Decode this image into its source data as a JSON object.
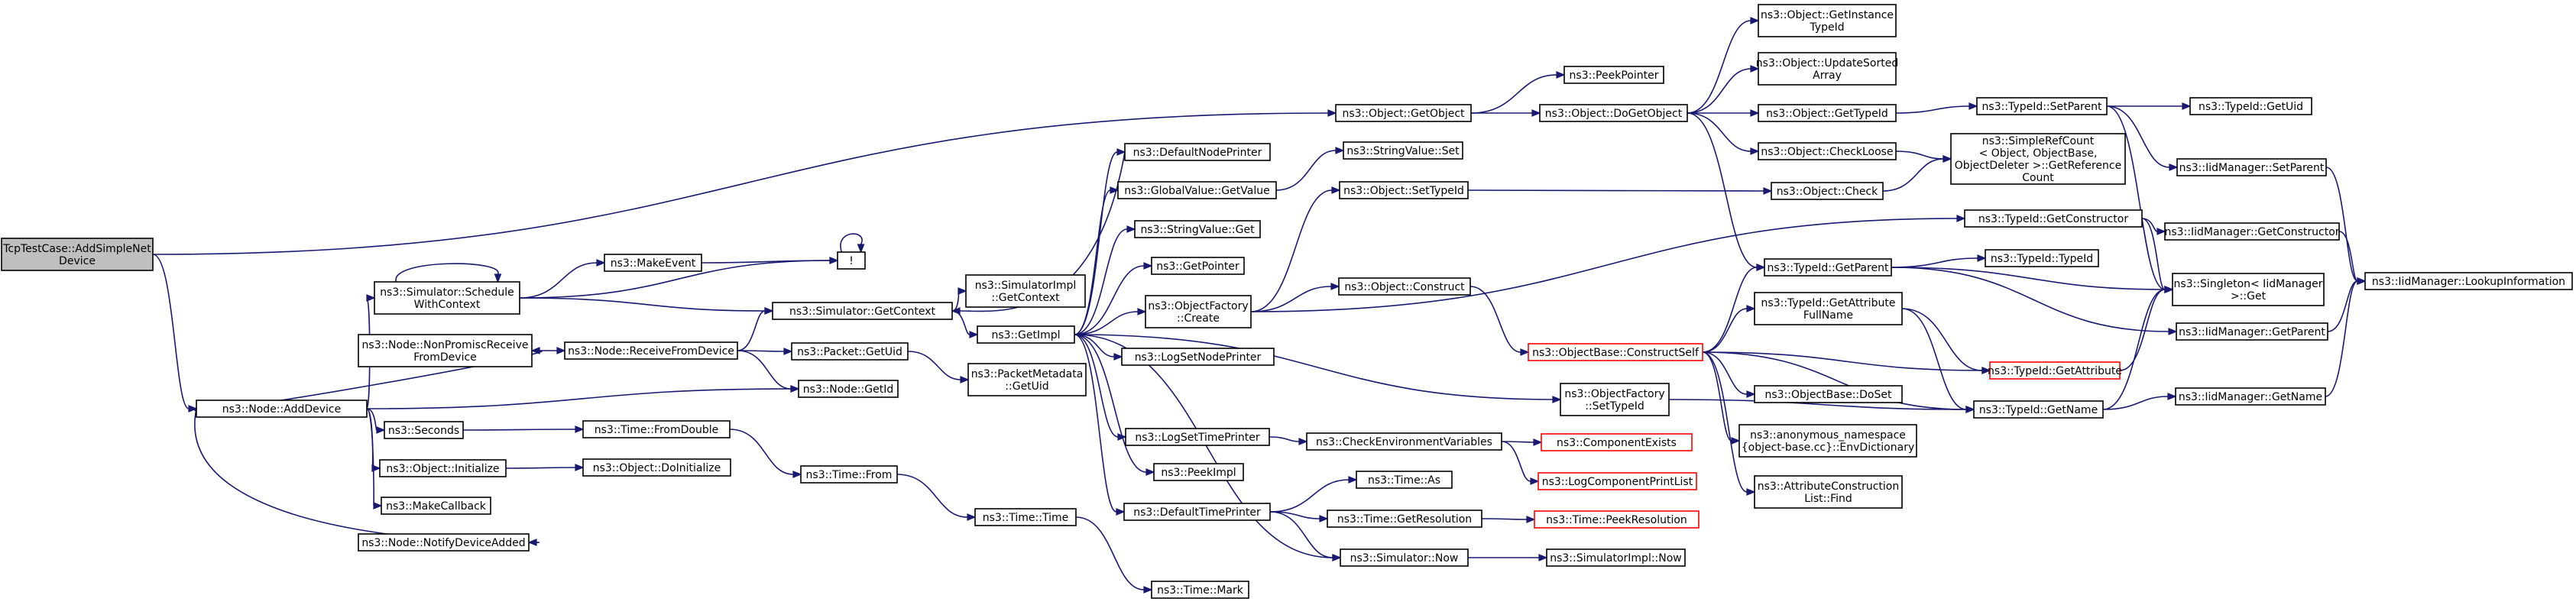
{
  "colors": {
    "edge": "#191970",
    "node_border": "#000000",
    "root_fill": "#bfbfbf",
    "red_border": "#ff0000"
  },
  "nodes": [
    {
      "id": "root",
      "lines": [
        "TcpTestCase::AddSimpleNet",
        "Device"
      ],
      "root": true
    },
    {
      "id": "addDevice",
      "lines": [
        "ns3::Node::AddDevice"
      ]
    },
    {
      "id": "schedule",
      "lines": [
        "ns3::Simulator::Schedule",
        "WithContext"
      ]
    },
    {
      "id": "nonPromisc",
      "lines": [
        "ns3::Node::NonPromiscReceive",
        "FromDevice"
      ]
    },
    {
      "id": "seconds",
      "lines": [
        "ns3::Seconds"
      ]
    },
    {
      "id": "initialize",
      "lines": [
        "ns3::Object::Initialize"
      ]
    },
    {
      "id": "makeCallback",
      "lines": [
        "ns3::MakeCallback"
      ]
    },
    {
      "id": "notifyDev",
      "lines": [
        "ns3::Node::NotifyDeviceAdded"
      ]
    },
    {
      "id": "makeEvent",
      "lines": [
        "ns3::MakeEvent"
      ]
    },
    {
      "id": "excl",
      "lines": [
        "!"
      ]
    },
    {
      "id": "receiveFrom",
      "lines": [
        "ns3::Node::ReceiveFromDevice"
      ]
    },
    {
      "id": "getId",
      "lines": [
        "ns3::Node::GetId"
      ]
    },
    {
      "id": "fromDouble",
      "lines": [
        "ns3::Time::FromDouble"
      ]
    },
    {
      "id": "doInitialize",
      "lines": [
        "ns3::Object::DoInitialize"
      ]
    },
    {
      "id": "simGetContext",
      "lines": [
        "ns3::Simulator::GetContext"
      ]
    },
    {
      "id": "packetGetUid",
      "lines": [
        "ns3::Packet::GetUid"
      ]
    },
    {
      "id": "timeFrom",
      "lines": [
        "ns3::Time::From"
      ]
    },
    {
      "id": "implGetContext",
      "lines": [
        "ns3::SimulatorImpl",
        "::GetContext"
      ]
    },
    {
      "id": "getImpl",
      "lines": [
        "ns3::GetImpl"
      ]
    },
    {
      "id": "pmGetUid",
      "lines": [
        "ns3::PacketMetadata",
        "::GetUid"
      ]
    },
    {
      "id": "timeTime",
      "lines": [
        "ns3::Time::Time"
      ]
    },
    {
      "id": "timeMark",
      "lines": [
        "ns3::Time::Mark"
      ]
    },
    {
      "id": "defNodePrinter",
      "lines": [
        "ns3::DefaultNodePrinter"
      ]
    },
    {
      "id": "gvGetValue",
      "lines": [
        "ns3::GlobalValue::GetValue"
      ]
    },
    {
      "id": "svGet",
      "lines": [
        "ns3::StringValue::Get"
      ]
    },
    {
      "id": "getPointer",
      "lines": [
        "ns3::GetPointer"
      ]
    },
    {
      "id": "ofCreate",
      "lines": [
        "ns3::ObjectFactory",
        "::Create"
      ]
    },
    {
      "id": "logSetNode",
      "lines": [
        "ns3::LogSetNodePrinter"
      ]
    },
    {
      "id": "logSetTime",
      "lines": [
        "ns3::LogSetTimePrinter"
      ]
    },
    {
      "id": "peekImpl",
      "lines": [
        "ns3::PeekImpl"
      ]
    },
    {
      "id": "defTimePrinter",
      "lines": [
        "ns3::DefaultTimePrinter"
      ]
    },
    {
      "id": "objGetObject",
      "lines": [
        "ns3::Object::GetObject"
      ]
    },
    {
      "id": "svSet",
      "lines": [
        "ns3::StringValue::Set"
      ]
    },
    {
      "id": "objSetTypeId",
      "lines": [
        "ns3::Object::SetTypeId"
      ]
    },
    {
      "id": "objConstruct",
      "lines": [
        "ns3::Object::Construct"
      ]
    },
    {
      "id": "checkEnv",
      "lines": [
        "ns3::CheckEnvironmentVariables"
      ]
    },
    {
      "id": "timeAs",
      "lines": [
        "ns3::Time::As"
      ]
    },
    {
      "id": "timeGetRes",
      "lines": [
        "ns3::Time::GetResolution"
      ]
    },
    {
      "id": "simNow",
      "lines": [
        "ns3::Simulator::Now"
      ]
    },
    {
      "id": "peekPointer",
      "lines": [
        "ns3::PeekPointer"
      ]
    },
    {
      "id": "doGetObject",
      "lines": [
        "ns3::Object::DoGetObject"
      ]
    },
    {
      "id": "obConstructSelf",
      "lines": [
        "ns3::ObjectBase::ConstructSelf"
      ],
      "red": true
    },
    {
      "id": "ofSetTypeId",
      "lines": [
        "ns3::ObjectFactory",
        "::SetTypeId"
      ]
    },
    {
      "id": "compExists",
      "lines": [
        "ns3::ComponentExists"
      ],
      "red": true
    },
    {
      "id": "logCompPrint",
      "lines": [
        "ns3::LogComponentPrintList"
      ],
      "red": true
    },
    {
      "id": "peekRes",
      "lines": [
        "ns3::Time::PeekResolution"
      ],
      "red": true
    },
    {
      "id": "implNow",
      "lines": [
        "ns3::SimulatorImpl::Now"
      ]
    },
    {
      "id": "getInstTid",
      "lines": [
        "ns3::Object::GetInstance",
        "TypeId"
      ]
    },
    {
      "id": "updSorted",
      "lines": [
        "ns3::Object::UpdateSorted",
        "Array"
      ]
    },
    {
      "id": "objGetTypeId",
      "lines": [
        "ns3::Object::GetTypeId"
      ]
    },
    {
      "id": "checkLoose",
      "lines": [
        "ns3::Object::CheckLoose"
      ]
    },
    {
      "id": "objCheck",
      "lines": [
        "ns3::Object::Check"
      ]
    },
    {
      "id": "tidGetParent",
      "lines": [
        "ns3::TypeId::GetParent"
      ]
    },
    {
      "id": "tidGetAttrFull",
      "lines": [
        "ns3::TypeId::GetAttribute",
        "FullName"
      ]
    },
    {
      "id": "obDoSet",
      "lines": [
        "ns3::ObjectBase::DoSet"
      ]
    },
    {
      "id": "envDict",
      "lines": [
        "ns3::anonymous_namespace",
        "{object-base.cc}::EnvDictionary"
      ]
    },
    {
      "id": "acFind",
      "lines": [
        "ns3::AttributeConstruction",
        "List::Find"
      ]
    },
    {
      "id": "tidGetName",
      "lines": [
        "ns3::TypeId::GetName"
      ]
    },
    {
      "id": "tidSetParent",
      "lines": [
        "ns3::TypeId::SetParent"
      ]
    },
    {
      "id": "srcGetRef",
      "lines": [
        "ns3::SimpleRefCount",
        "< Object, ObjectBase,",
        "ObjectDeleter >::GetReference",
        "Count"
      ]
    },
    {
      "id": "tidGetCtor",
      "lines": [
        "ns3::TypeId::GetConstructor"
      ]
    },
    {
      "id": "tidTypeId",
      "lines": [
        "ns3::TypeId::TypeId"
      ]
    },
    {
      "id": "tidGetAttr",
      "lines": [
        "ns3::TypeId::GetAttribute"
      ],
      "red": true
    },
    {
      "id": "tidGetUid",
      "lines": [
        "ns3::TypeId::GetUid"
      ]
    },
    {
      "id": "iidSetParent",
      "lines": [
        "ns3::IidManager::SetParent"
      ]
    },
    {
      "id": "iidGetCtor",
      "lines": [
        "ns3::IidManager::GetConstructor"
      ]
    },
    {
      "id": "singletonGet",
      "lines": [
        "ns3::Singleton< IidManager",
        " >::Get"
      ]
    },
    {
      "id": "iidGetParent",
      "lines": [
        "ns3::IidManager::GetParent"
      ]
    },
    {
      "id": "iidGetName",
      "lines": [
        "ns3::IidManager::GetName"
      ]
    },
    {
      "id": "iidLookup",
      "lines": [
        "ns3::IidManager::LookupInformation"
      ]
    }
  ]
}
